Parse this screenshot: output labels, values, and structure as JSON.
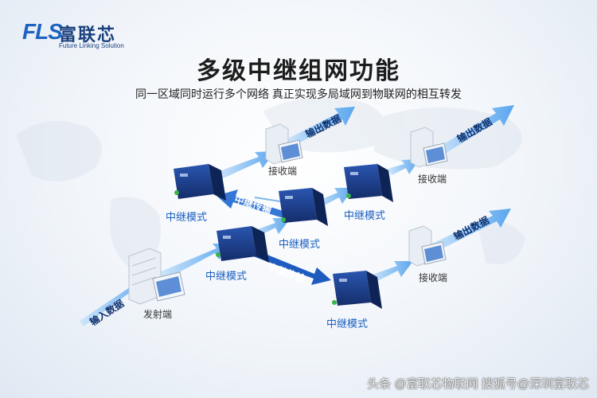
{
  "logo": {
    "mark": "FLS",
    "name_cn": "富联芯",
    "name_en": "Future Linking Solution"
  },
  "title": "多级中继组网功能",
  "subtitle": "同一区域同时运行多个网络 真正实现多局域网到物联网的相互转发",
  "labels": {
    "mode": "中继模式",
    "recv": "接收端",
    "sender": "发射端",
    "output": "输出数据",
    "input": "输入数据",
    "relay": "中继传输"
  },
  "colors": {
    "accent": "#1b5fc0",
    "arrow": "#6fb0ea",
    "device": "#1d3f8f"
  },
  "watermark": "头条 @富联芯物联网 搜狐号@深圳富联芯"
}
